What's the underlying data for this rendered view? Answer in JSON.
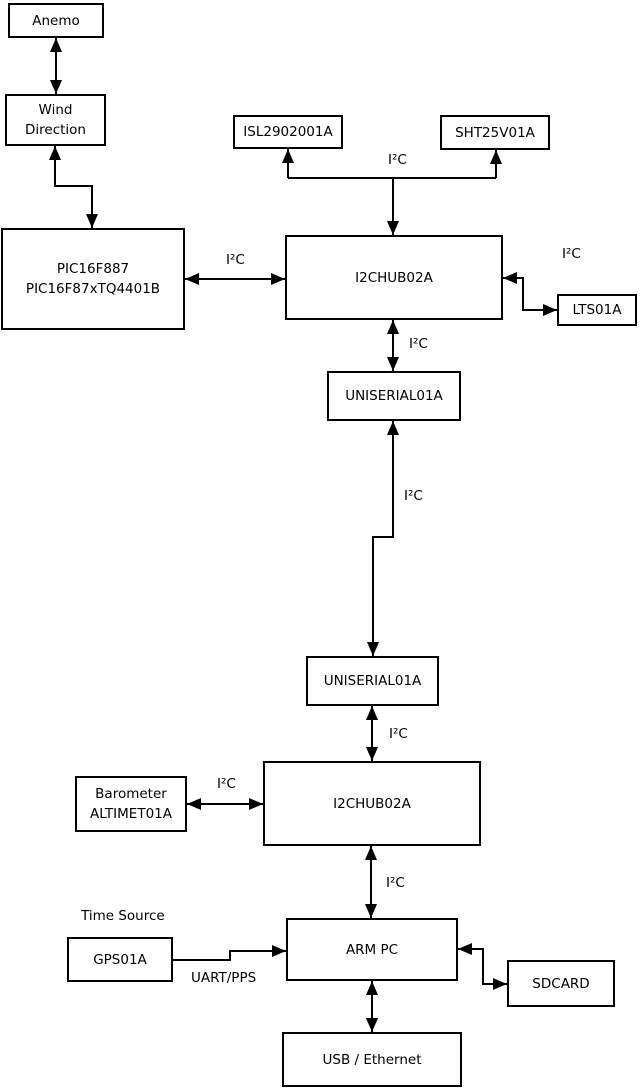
{
  "diagram_type": "hardware-block-diagram",
  "colors": {
    "background": "#ffffff",
    "box_fill": "#ffffff",
    "line": "#000000",
    "text": "#000000"
  },
  "nodes": {
    "anemo": {
      "label": "Anemo"
    },
    "wind_direction": {
      "label": "Wind\nDirection"
    },
    "pic": {
      "label": "PIC16F887\nPIC16F87xTQ4401B"
    },
    "isl2902001a": {
      "label": "ISL2902001A"
    },
    "sht25v01a": {
      "label": "SHT25V01A"
    },
    "i2chub_1": {
      "label": "I2CHUB02A"
    },
    "lts01a": {
      "label": "LTS01A"
    },
    "uniserial_1": {
      "label": "UNISERIAL01A"
    },
    "uniserial_2": {
      "label": "UNISERIAL01A"
    },
    "i2chub_2": {
      "label": "I2CHUB02A"
    },
    "barometer": {
      "label": "Barometer\nALTIMET01A"
    },
    "gps01a": {
      "label": "GPS01A"
    },
    "arm_pc": {
      "label": "ARM PC"
    },
    "sdcard": {
      "label": "SDCARD"
    },
    "usb_ethernet": {
      "label": "USB / Ethernet"
    }
  },
  "edges": [
    {
      "from": "anemo",
      "to": "wind_direction",
      "label": "",
      "direction": "both"
    },
    {
      "from": "wind_direction",
      "to": "pic",
      "label": "",
      "direction": "both"
    },
    {
      "from": "pic",
      "to": "i2chub_1",
      "label": "I²C",
      "direction": "both"
    },
    {
      "from": "i2chub_1",
      "to": "isl2902001a + sht25v01a",
      "label": "I²C",
      "direction": "both"
    },
    {
      "from": "i2chub_1",
      "to": "lts01a",
      "label": "I²C",
      "direction": "both"
    },
    {
      "from": "i2chub_1",
      "to": "uniserial_1",
      "label": "I²C",
      "direction": "both"
    },
    {
      "from": "uniserial_1",
      "to": "uniserial_2",
      "label": "I²C",
      "direction": "both"
    },
    {
      "from": "uniserial_2",
      "to": "i2chub_2",
      "label": "I²C",
      "direction": "both"
    },
    {
      "from": "barometer",
      "to": "i2chub_2",
      "label": "I²C",
      "direction": "both"
    },
    {
      "from": "i2chub_2",
      "to": "arm_pc",
      "label": "I²C",
      "direction": "both"
    },
    {
      "from": "gps01a",
      "to": "arm_pc",
      "label": "UART/PPS",
      "direction": "to"
    },
    {
      "from": "arm_pc",
      "to": "sdcard",
      "label": "",
      "direction": "both"
    },
    {
      "from": "arm_pc",
      "to": "usb_ethernet",
      "label": "",
      "direction": "both"
    }
  ],
  "annotations": {
    "time_source": "Time Source"
  }
}
